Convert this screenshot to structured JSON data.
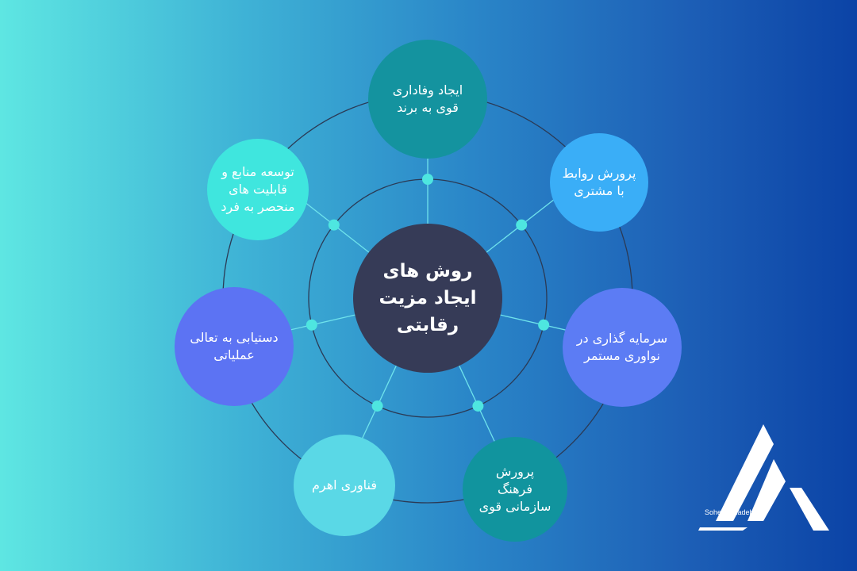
{
  "center": {
    "label": "روش های ایجاد مزیت رقابتی"
  },
  "nodes": [
    {
      "label": "ایجاد وفاداری قوی به برند",
      "color": "#14939f"
    },
    {
      "label": "پرورش روابط با مشتری",
      "color": "#3aaef7"
    },
    {
      "label": "سرمایه گذاری در نواوری مستمر",
      "color": "#5c7cf4"
    },
    {
      "label": "پرورش فرهنگ سازمانی قوی",
      "color": "#11949e"
    },
    {
      "label": "فناوری اهرم",
      "color": "#5ad8e6"
    },
    {
      "label": "دستیابی به تعالی عملیاتی",
      "color": "#5c73f3"
    },
    {
      "label": "توسعه منابع و قابلیت های منحصر به فرد",
      "color": "#3fe6de"
    }
  ],
  "colors": {
    "center": "#363b57",
    "ring": "#2b3a55",
    "connector": "#6fe3ec",
    "dot": "#4ee6e0"
  },
  "logo": {
    "text": "Soheil Alizadeh",
    "icon": "triangle-logo-icon"
  }
}
